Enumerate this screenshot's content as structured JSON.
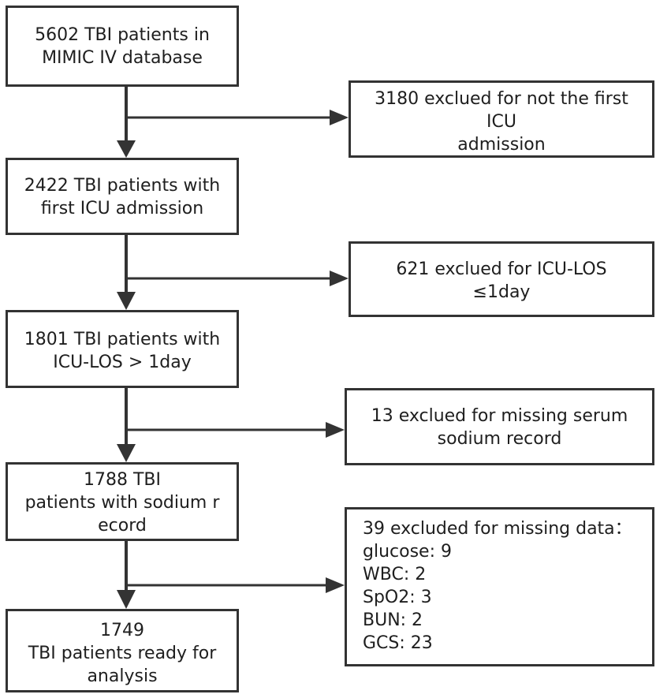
{
  "main_boxes": [
    {
      "lines": [
        "5602 TBI patients in",
        "MIMIC IV database"
      ]
    },
    {
      "lines": [
        "2422 TBI patients with",
        "first ICU admission"
      ]
    },
    {
      "lines": [
        "1801 TBI patients with",
        "ICU-LOS > 1day"
      ]
    },
    {
      "lines": [
        "1788 TBI",
        "patients with sodium r",
        "ecord"
      ]
    },
    {
      "lines": [
        "1749",
        "TBI patients ready for",
        "analysis"
      ]
    }
  ],
  "exclusion_boxes": [
    {
      "lines": [
        "3180 exclued for not the first",
        "ICU",
        "admission"
      ]
    },
    {
      "lines": [
        "621 exclued for ICU-LOS",
        "≤1day"
      ]
    },
    {
      "lines": [
        "13 exclued for missing serum",
        "sodium record"
      ]
    },
    {
      "lines": [
        "39 excluded for missing data：",
        "glucose: 9",
        "WBC: 2",
        "SpO2: 3",
        "BUN: 2",
        "GCS: 23"
      ]
    }
  ],
  "colors": {
    "stroke": "#333333",
    "text": "#1e1e1e"
  }
}
